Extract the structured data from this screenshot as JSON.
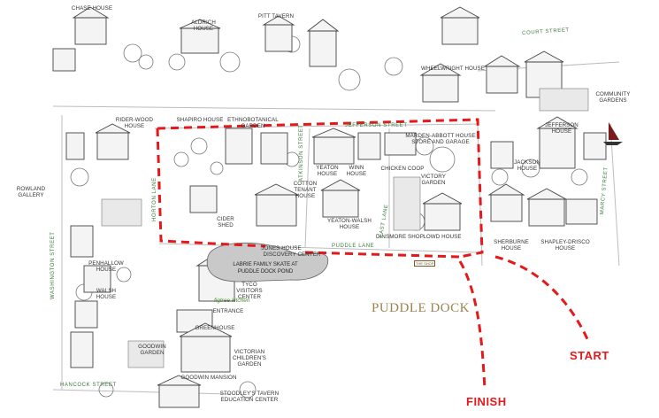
{
  "map": {
    "buildings": [
      {
        "label": "CHASE HOUSE"
      },
      {
        "label": "ALDRICH\nHOUSE"
      },
      {
        "label": "PITT TAVERN"
      },
      {
        "label": "WHEELWRIGHT HOUSE"
      },
      {
        "label": "COMMUNITY\nGARDENS"
      },
      {
        "label": "RIDER-WOOD\nHOUSE"
      },
      {
        "label": "SHAPIRO HOUSE"
      },
      {
        "label": "ETHNOBOTANICAL\nGARDEN"
      },
      {
        "label": "MARDEN-ABBOTT HOUSE\nSTORE AND GARAGE"
      },
      {
        "label": "JEFFERSON\nHOUSE"
      },
      {
        "label": "JACKSON\nHOUSE"
      },
      {
        "label": "ROWLAND\nGALLERY"
      },
      {
        "label": "YEATON\nHOUSE"
      },
      {
        "label": "WINN\nHOUSE"
      },
      {
        "label": "CHICKEN COOP"
      },
      {
        "label": "VICTORY\nGARDEN"
      },
      {
        "label": "COTTON\nTENANT\nHOUSE"
      },
      {
        "label": "YEATON-WALSH\nHOUSE"
      },
      {
        "label": "CIDER\nSHED"
      },
      {
        "label": "SHERBURNE\nHOUSE"
      },
      {
        "label": "SHAPLEY-DRISCO\nHOUSE"
      },
      {
        "label": "DINSMORE SHOP"
      },
      {
        "label": "LOWD HOUSE"
      },
      {
        "label": "JONES HOUSE"
      },
      {
        "label": "DISCOVERY CENTER"
      },
      {
        "label": "PENHALLOW\nHOUSE"
      },
      {
        "label": "WALSH\nHOUSE"
      },
      {
        "label": "TYCO\nVISITORS\nCENTER"
      },
      {
        "label": "ENTRANCE"
      },
      {
        "label": "GREENHOUSE"
      },
      {
        "label": "GOODWIN\nGARDEN"
      },
      {
        "label": "VICTORIAN\nCHILDREN'S\nGARDEN"
      },
      {
        "label": "GOODWIN MANSION"
      },
      {
        "label": "STOODLEY'S TAVERN\nEDUCATION CENTER"
      }
    ],
    "streets": [
      {
        "label": "COURT STREET"
      },
      {
        "label": "JEFFERSON STREET"
      },
      {
        "label": "ATKINSON STREET"
      },
      {
        "label": "HORTON LANE"
      },
      {
        "label": "EAST LANE"
      },
      {
        "label": "PUDDLE LANE"
      },
      {
        "label": "MARCY STREET"
      },
      {
        "label": "WASHINGTON STREET"
      },
      {
        "label": "HANCOCK STREET"
      }
    ],
    "area_label": "PUDDLE DOCK",
    "pond_label": "LABRIE FAMILY SKATE AT\nPUDDLE DOCK POND",
    "restaurant_label": "figtree kitchen",
    "shop_logo": "THE SHOP",
    "route": {
      "start_label": "START",
      "finish_label": "FINISH",
      "color": "#e3191b"
    },
    "colors": {
      "ink": "#444444",
      "pond": "#c9c9c9",
      "street_text": "#3a7a3a",
      "area_text": "#9a8352",
      "garden": "#e9e9e9"
    }
  }
}
